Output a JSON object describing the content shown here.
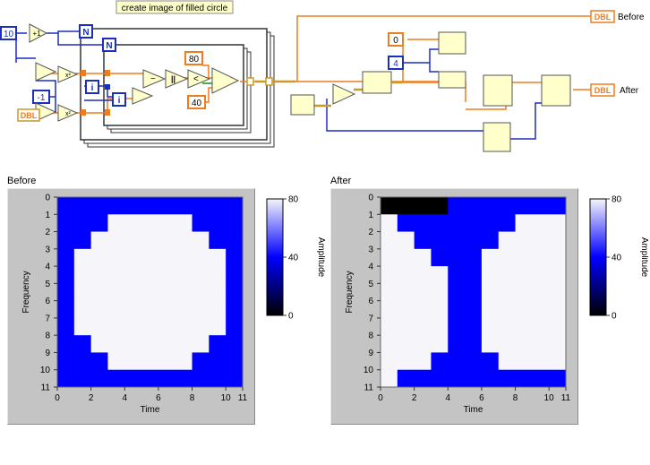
{
  "diagram": {
    "comment": "create image of filled circle",
    "constants": {
      "n": "10",
      "plus_one": "+1",
      "minus_one": "-1",
      "c80": "80",
      "c40": "40",
      "c0": "0",
      "c4": "4"
    },
    "labels": {
      "dbl": "DBL",
      "n": "N",
      "i": "i",
      "sq": "x²",
      "minus": "−",
      "abs": "||",
      "lt": "<",
      "before": "Before",
      "after": "After"
    },
    "colors": {
      "wire_double": "#f07c1c",
      "wire_int": "#1a2fbf",
      "wire_bool": "#1d8a1d",
      "wire_array": "#c89a28",
      "node_fill": "#ffffcc"
    }
  },
  "graphs": [
    {
      "name": "before",
      "title": "Before",
      "chart_data": {
        "type": "heatmap",
        "title": "Before",
        "xlabel": "Time",
        "ylabel": "Frequency",
        "xlim": [
          0,
          11
        ],
        "ylim": [
          0,
          11
        ],
        "x_ticks": [
          "0",
          "2",
          "4",
          "6",
          "8",
          "10",
          "11"
        ],
        "y_ticks": [
          "0",
          "1",
          "2",
          "3",
          "4",
          "5",
          "6",
          "7",
          "8",
          "9",
          "10",
          "11"
        ],
        "colorbar": {
          "label": "Amplitude",
          "ticks": [
            "80",
            "40",
            "0"
          ],
          "range": [
            0,
            80
          ]
        },
        "grid": [
          [
            40,
            40,
            40,
            40,
            40,
            40,
            40,
            40,
            40,
            40,
            40
          ],
          [
            40,
            40,
            40,
            80,
            80,
            80,
            80,
            80,
            40,
            40,
            40
          ],
          [
            40,
            40,
            80,
            80,
            80,
            80,
            80,
            80,
            80,
            40,
            40
          ],
          [
            40,
            80,
            80,
            80,
            80,
            80,
            80,
            80,
            80,
            80,
            40
          ],
          [
            40,
            80,
            80,
            80,
            80,
            80,
            80,
            80,
            80,
            80,
            40
          ],
          [
            40,
            80,
            80,
            80,
            80,
            80,
            80,
            80,
            80,
            80,
            40
          ],
          [
            40,
            80,
            80,
            80,
            80,
            80,
            80,
            80,
            80,
            80,
            40
          ],
          [
            40,
            80,
            80,
            80,
            80,
            80,
            80,
            80,
            80,
            80,
            40
          ],
          [
            40,
            40,
            80,
            80,
            80,
            80,
            80,
            80,
            80,
            40,
            40
          ],
          [
            40,
            40,
            40,
            80,
            80,
            80,
            80,
            80,
            40,
            40,
            40
          ],
          [
            40,
            40,
            40,
            40,
            40,
            40,
            40,
            40,
            40,
            40,
            40
          ]
        ]
      }
    },
    {
      "name": "after",
      "title": "After",
      "chart_data": {
        "type": "heatmap",
        "title": "After",
        "xlabel": "Time",
        "ylabel": "Frequency",
        "xlim": [
          0,
          11
        ],
        "ylim": [
          0,
          11
        ],
        "x_ticks": [
          "0",
          "2",
          "4",
          "6",
          "8",
          "10",
          "11"
        ],
        "y_ticks": [
          "0",
          "1",
          "2",
          "3",
          "4",
          "5",
          "6",
          "7",
          "8",
          "9",
          "10",
          "11"
        ],
        "colorbar": {
          "label": "Amplitude",
          "ticks": [
            "80",
            "40",
            "0"
          ],
          "range": [
            0,
            80
          ]
        },
        "grid": [
          [
            0,
            0,
            0,
            0,
            40,
            40,
            40,
            40,
            40,
            40,
            40
          ],
          [
            80,
            40,
            40,
            40,
            40,
            40,
            40,
            40,
            80,
            80,
            80
          ],
          [
            80,
            80,
            40,
            40,
            40,
            40,
            40,
            80,
            80,
            80,
            80
          ],
          [
            80,
            80,
            80,
            40,
            40,
            40,
            80,
            80,
            80,
            80,
            80
          ],
          [
            80,
            80,
            80,
            80,
            40,
            40,
            80,
            80,
            80,
            80,
            80
          ],
          [
            80,
            80,
            80,
            80,
            40,
            40,
            80,
            80,
            80,
            80,
            80
          ],
          [
            80,
            80,
            80,
            80,
            40,
            40,
            80,
            80,
            80,
            80,
            80
          ],
          [
            80,
            80,
            80,
            80,
            40,
            40,
            80,
            80,
            80,
            80,
            80
          ],
          [
            80,
            80,
            80,
            80,
            40,
            40,
            80,
            80,
            80,
            80,
            80
          ],
          [
            80,
            80,
            80,
            40,
            40,
            40,
            40,
            80,
            80,
            80,
            80
          ],
          [
            80,
            40,
            40,
            40,
            40,
            40,
            40,
            40,
            40,
            40,
            40
          ]
        ]
      }
    }
  ]
}
